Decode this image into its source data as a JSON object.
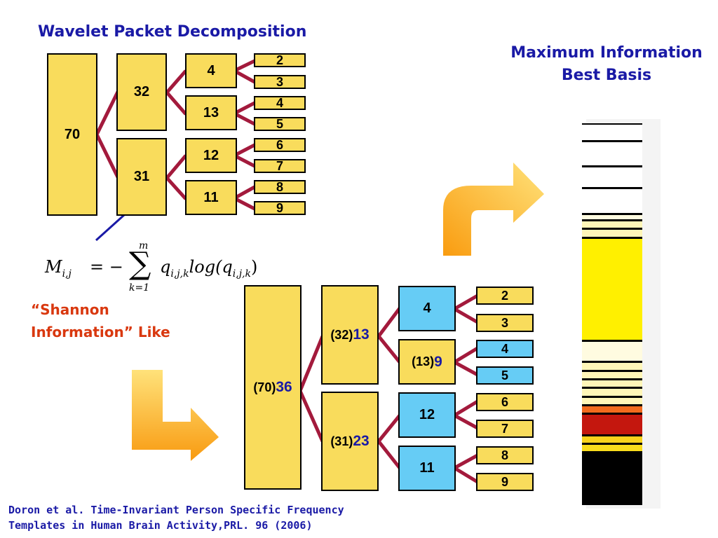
{
  "title": "Wavelet Packet Decomposition",
  "basis_title": [
    "Maximum Information",
    "Best Basis"
  ],
  "shannon_label": [
    "“Shannon",
    "Information” Like"
  ],
  "formula": {
    "lhs": "M",
    "lhs_sub": "i,j",
    "eq": "= −",
    "sum_top": "m",
    "sum_bottom": "k=1",
    "term": "q",
    "term_sub": "i,j,k",
    "log": "log(q",
    "log_sub": "i,j,k",
    "close": ")"
  },
  "top_tree": {
    "root": "70",
    "level1": [
      "32",
      "31"
    ],
    "level2": [
      "4",
      "13",
      "12",
      "11"
    ],
    "level3": [
      "2",
      "3",
      "4",
      "5",
      "6",
      "7",
      "8",
      "9"
    ]
  },
  "bottom_tree": {
    "root": {
      "orig": "(70)",
      "value": "36"
    },
    "level1": [
      {
        "orig": "(32)",
        "value": "13"
      },
      {
        "orig": "(31)",
        "value": "23"
      }
    ],
    "level2": [
      {
        "orig": "",
        "value": "4",
        "selected": true
      },
      {
        "orig": "(13)",
        "value": "9",
        "selected": false
      },
      {
        "orig": "",
        "value": "12",
        "selected": true
      },
      {
        "orig": "",
        "value": "11",
        "selected": true
      }
    ],
    "level3": [
      {
        "value": "2",
        "selected": false
      },
      {
        "value": "3",
        "selected": false
      },
      {
        "value": "4",
        "selected": true
      },
      {
        "value": "5",
        "selected": true
      },
      {
        "value": "6",
        "selected": false
      },
      {
        "value": "7",
        "selected": false
      },
      {
        "value": "8",
        "selected": false
      },
      {
        "value": "9",
        "selected": false
      }
    ]
  },
  "reference": [
    "Doron et al. Time-Invariant Person Specific Frequency",
    "Templates in Human Brain Activity,PRL. 96 (2006)"
  ],
  "colors": {
    "box": "#f9dc5c",
    "selected": "#66ccf5",
    "branch": "#a31a3c",
    "title": "#1a1aa6",
    "accent": "#d9380f"
  },
  "basis_bar": [
    {
      "color": "#ffffff",
      "h": 4
    },
    {
      "color": "#ffffff",
      "h": 6
    },
    {
      "color": "#ffffff",
      "h": 5
    },
    {
      "color": "#ffffff",
      "h": 6
    },
    {
      "color": "#fffbe0",
      "h": 1.5
    },
    {
      "color": "#fff6b8",
      "h": 2
    },
    {
      "color": "#fff6b8",
      "h": 2
    },
    {
      "color": "#fff000",
      "h": 24
    },
    {
      "color": "#fffbe0",
      "h": 5
    },
    {
      "color": "#fff6b8",
      "h": 2
    },
    {
      "color": "#fff6b8",
      "h": 2
    },
    {
      "color": "#fff6b8",
      "h": 2
    },
    {
      "color": "#fff6b8",
      "h": 2
    },
    {
      "color": "#fff6b8",
      "h": 2
    },
    {
      "color": "#f26b1d",
      "h": 2
    },
    {
      "color": "#c4170e",
      "h": 5
    },
    {
      "color": "#f9d21c",
      "h": 2
    },
    {
      "color": "#f9dc1c",
      "h": 2
    },
    {
      "color": "#000000",
      "h": 12
    }
  ]
}
